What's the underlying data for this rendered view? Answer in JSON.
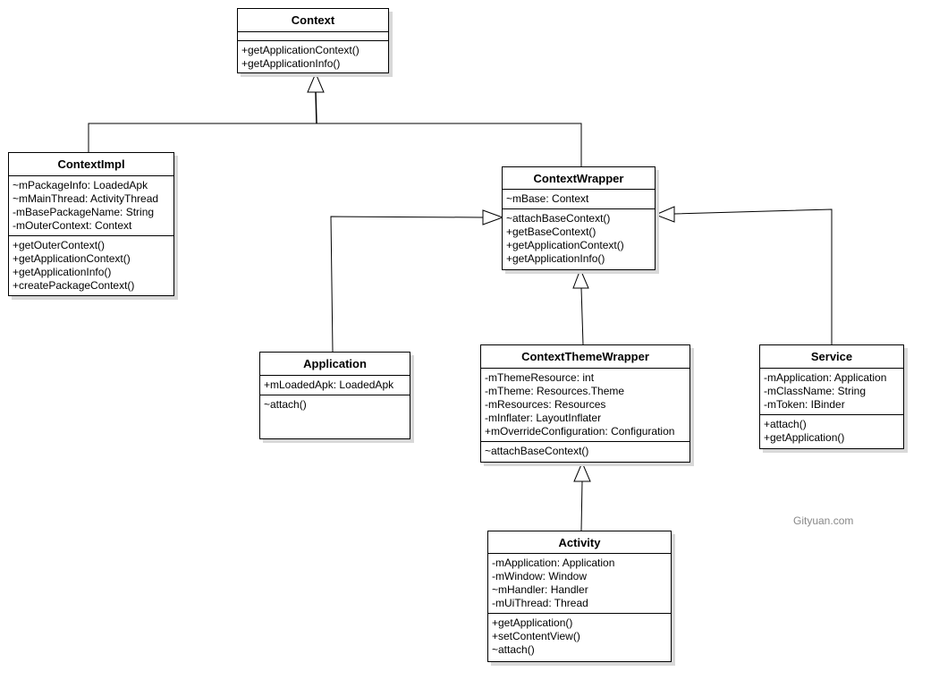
{
  "classes": {
    "context": {
      "name": "Context",
      "attributes": [],
      "operations": [
        "+getApplicationContext()",
        "+getApplicationInfo()"
      ]
    },
    "context_impl": {
      "name": "ContextImpl",
      "attributes": [
        "~mPackageInfo: LoadedApk",
        "~mMainThread: ActivityThread",
        "-mBasePackageName: String",
        "-mOuterContext: Context"
      ],
      "operations": [
        "+getOuterContext()",
        "+getApplicationContext()",
        "+getApplicationInfo()",
        "+createPackageContext()"
      ]
    },
    "context_wrapper": {
      "name": "ContextWrapper",
      "attributes": [
        "~mBase: Context"
      ],
      "operations": [
        "~attachBaseContext()",
        "+getBaseContext()",
        "+getApplicationContext()",
        "+getApplicationInfo()"
      ]
    },
    "application": {
      "name": "Application",
      "attributes": [
        "+mLoadedApk: LoadedApk"
      ],
      "operations": [
        "~attach()"
      ]
    },
    "context_theme_wrapper": {
      "name": "ContextThemeWrapper",
      "attributes": [
        "-mThemeResource: int",
        "-mTheme: Resources.Theme",
        "-mResources: Resources",
        "-mInflater: LayoutInflater",
        "+mOverrideConfiguration: Configuration"
      ],
      "operations": [
        "~attachBaseContext()"
      ]
    },
    "service": {
      "name": "Service",
      "attributes": [
        "-mApplication: Application",
        "-mClassName: String",
        "-mToken: IBinder"
      ],
      "operations": [
        "+attach()",
        "+getApplication()"
      ]
    },
    "activity": {
      "name": "Activity",
      "attributes": [
        "-mApplication: Application",
        "-mWindow: Window",
        "~mHandler: Handler",
        "-mUiThread: Thread"
      ],
      "operations": [
        "+getApplication()",
        "+setContentView()",
        "~attach()"
      ]
    }
  },
  "watermark": "Gityuan.com"
}
